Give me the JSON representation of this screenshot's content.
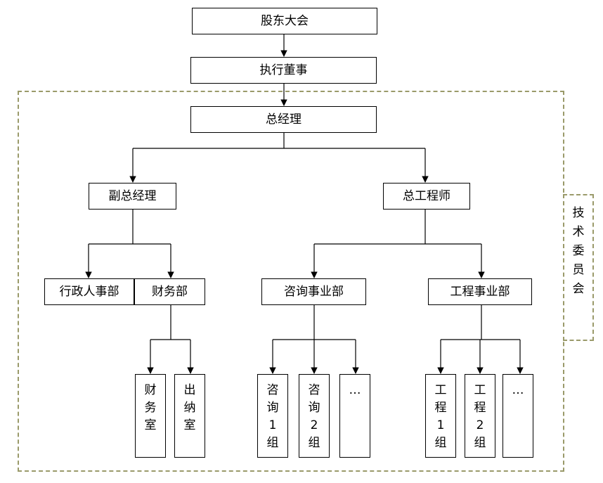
{
  "nodes": {
    "shareholders": "股东大会",
    "executive_director": "执行董事",
    "general_manager": "总经理",
    "deputy_gm": "副总经理",
    "chief_engineer": "总工程师",
    "admin_hr": "行政人事部",
    "finance_dept": "财务部",
    "consulting_dept": "咨询事业部",
    "engineering_dept": "工程事业部",
    "finance_office": [
      "财",
      "务",
      "室"
    ],
    "cashier": [
      "出",
      "纳",
      "室"
    ],
    "consulting_group_1": [
      "咨",
      "询",
      "1",
      "组"
    ],
    "consulting_group_2": [
      "咨",
      "询",
      "2",
      "组"
    ],
    "consulting_more": "…",
    "engineering_group_1": [
      "工",
      "程",
      "1",
      "组"
    ],
    "engineering_group_2": [
      "工",
      "程",
      "2",
      "组"
    ],
    "engineering_more": "…"
  },
  "side_panel": [
    "技",
    "术",
    "委",
    "员",
    "会"
  ],
  "colors": {
    "line": "#000000",
    "dashed_border": "#9a9a6a"
  }
}
